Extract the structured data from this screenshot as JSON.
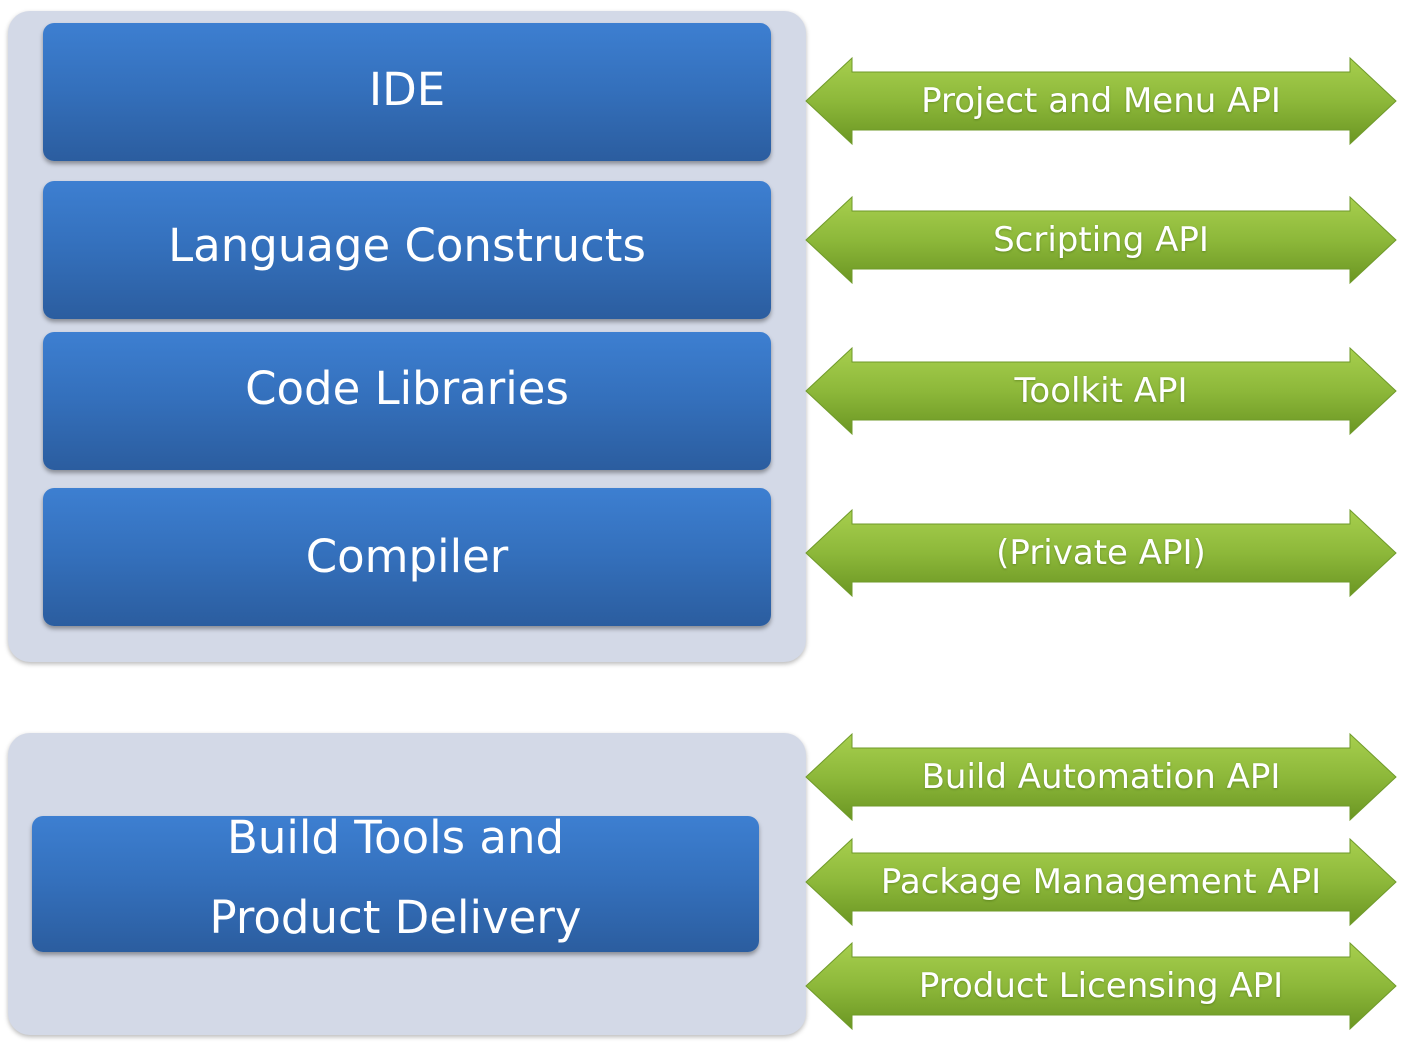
{
  "colors": {
    "panel": "#d3d9e7",
    "block_top": "#3d7fd1",
    "block_bottom": "#2b5d9f",
    "arrow_top": "#a3cb4a",
    "arrow_bottom": "#6e9a25",
    "text": "#ffffff"
  },
  "stack": {
    "ide": "IDE",
    "language_constructs": "Language Constructs",
    "code_libraries": "Code Libraries",
    "compiler": "Compiler"
  },
  "build": {
    "line1": "Build Tools and",
    "line2": "Product Delivery"
  },
  "arrows": [
    {
      "label": "Project and Menu API"
    },
    {
      "label": "Scripting API"
    },
    {
      "label": "Toolkit API"
    },
    {
      "label": "(Private API)"
    },
    {
      "label": "Build Automation API"
    },
    {
      "label": "Package Management API"
    },
    {
      "label": "Product Licensing API"
    }
  ]
}
